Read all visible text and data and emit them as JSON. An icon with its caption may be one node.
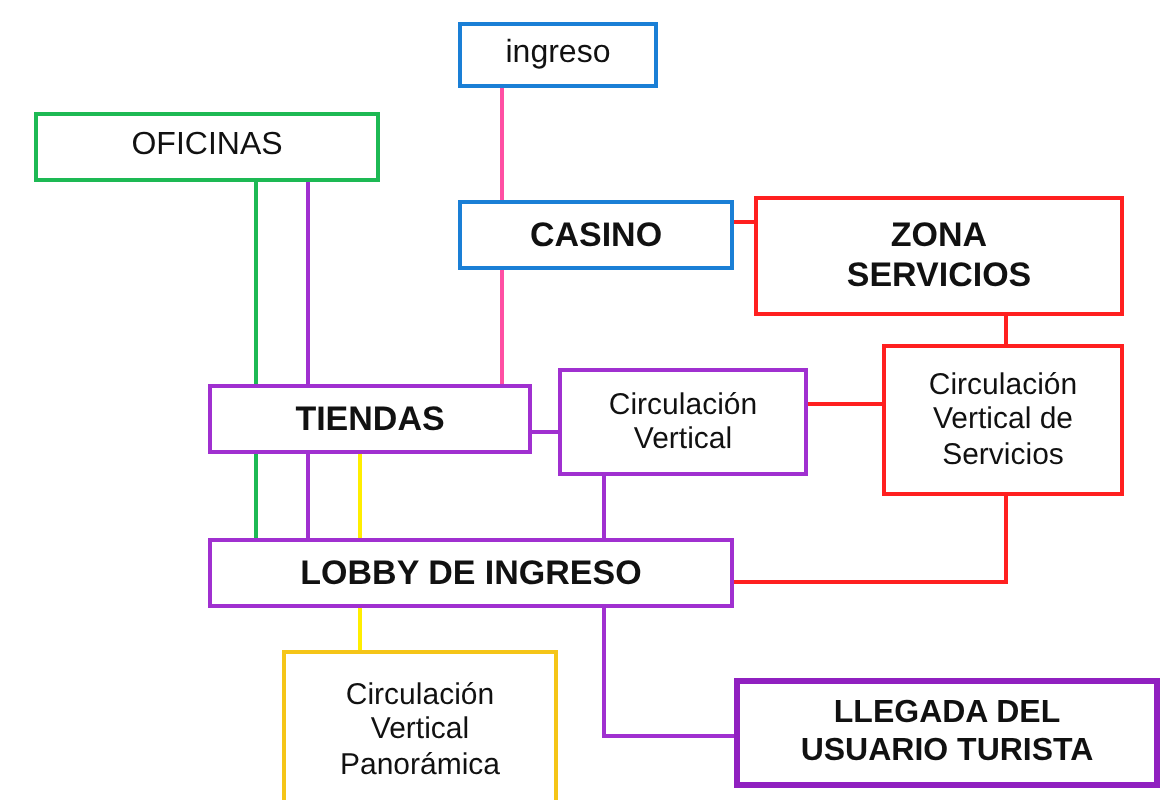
{
  "diagram": {
    "nodes": [
      {
        "text": [
          "ingreso"
        ]
      },
      {
        "text": [
          "OFICINAS"
        ]
      },
      {
        "text": [
          "CASINO"
        ]
      },
      {
        "text": [
          "ZONA SERVICIOS"
        ]
      },
      {
        "text": [
          "TIENDAS"
        ]
      },
      {
        "text": [
          "Circulación Vertical"
        ]
      },
      {
        "text": [
          "Circulación Vertical de Servicios"
        ]
      },
      {
        "text": [
          "LOBBY DE INGRESO"
        ]
      },
      {
        "text": [
          "Circulación Vertical Panorámica"
        ]
      },
      {
        "text": [
          "LLEGADA DEL USUARIO TURISTA"
        ]
      }
    ],
    "edges": [
      {
        "from": 0,
        "to": 2,
        "arrow": "none",
        "color": "#ff4fa3"
      },
      {
        "from": 2,
        "to": 4,
        "arrow": "none",
        "color": "#ff4fa3"
      },
      {
        "from": 1,
        "to": 4,
        "arrow": "none",
        "color": "#1db954"
      },
      {
        "from": 4,
        "to": 7,
        "arrow": "none",
        "color": "#1db954"
      },
      {
        "from": 1,
        "to": 4,
        "arrow": "none"
      },
      {
        "from": 4,
        "to": 7,
        "arrow": "none"
      },
      {
        "from": 4,
        "to": 7,
        "arrow": "none",
        "color": "#ffee00"
      },
      {
        "from": 7,
        "to": 8,
        "arrow": "none",
        "color": "#ffee00"
      },
      {
        "from": 4,
        "to": 5,
        "arrow": "none"
      },
      {
        "from": 2,
        "to": 3,
        "arrow": "none",
        "color": "#ff2020"
      },
      {
        "from": 3,
        "to": 6,
        "arrow": "none",
        "color": "#ff2020"
      },
      {
        "from": 5,
        "to": 6,
        "arrow": "none",
        "color": "#ff2020"
      },
      {
        "from": 6,
        "to": 7,
        "arrow": "none",
        "color": "#ff2020"
      },
      {
        "from": 5,
        "to": 7,
        "arrow": "none"
      },
      {
        "from": 7,
        "to": 9,
        "arrow": "none"
      }
    ]
  }
}
